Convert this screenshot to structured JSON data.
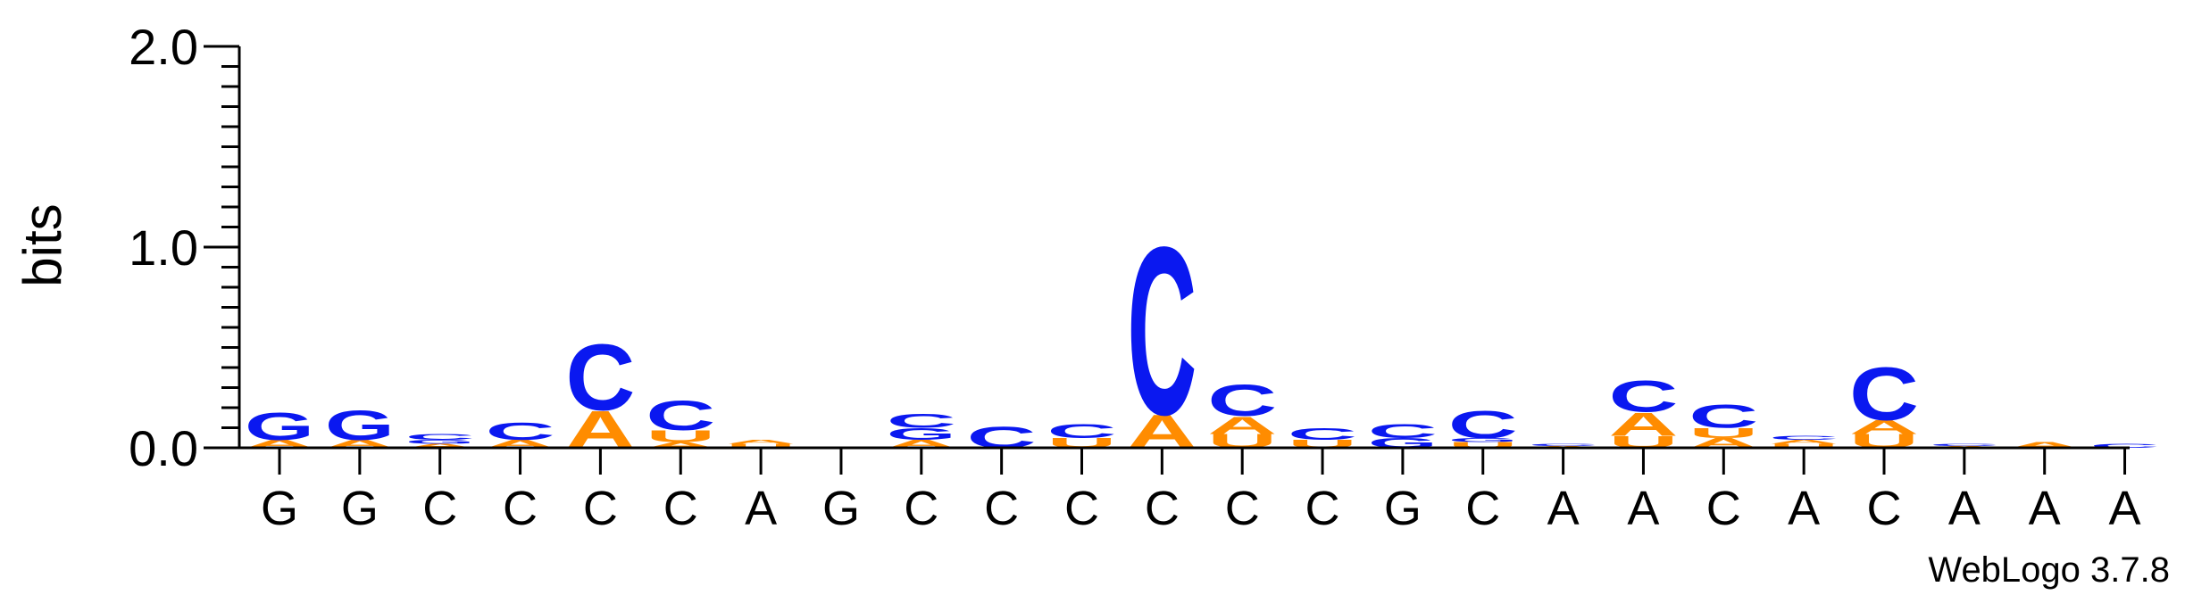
{
  "chart_data": {
    "type": "sequence-logo",
    "ylabel": "bits",
    "ylim": [
      0,
      2.0
    ],
    "yticks": [
      "0.0",
      "1.0",
      "2.0"
    ],
    "credit": "WebLogo 3.7.8",
    "colors": {
      "C": "#0a18f0",
      "G": "#0a18f0",
      "A": "#ff8c00",
      "U": "#ff8c00"
    },
    "positions": [
      {
        "label": "G",
        "stack": [
          {
            "letter": "A",
            "bits": 0.04
          },
          {
            "letter": "G",
            "bits": 0.14
          }
        ]
      },
      {
        "label": "G",
        "stack": [
          {
            "letter": "A",
            "bits": 0.04
          },
          {
            "letter": "G",
            "bits": 0.15
          }
        ]
      },
      {
        "label": "C",
        "stack": [
          {
            "letter": "A",
            "bits": 0.02
          },
          {
            "letter": "G",
            "bits": 0.02
          },
          {
            "letter": "C",
            "bits": 0.03
          }
        ]
      },
      {
        "label": "C",
        "stack": [
          {
            "letter": "A",
            "bits": 0.04
          },
          {
            "letter": "C",
            "bits": 0.09
          }
        ]
      },
      {
        "label": "C",
        "stack": [
          {
            "letter": "A",
            "bits": 0.19
          },
          {
            "letter": "C",
            "bits": 0.34
          }
        ]
      },
      {
        "label": "C",
        "stack": [
          {
            "letter": "A",
            "bits": 0.03
          },
          {
            "letter": "U",
            "bits": 0.06
          },
          {
            "letter": "C",
            "bits": 0.15
          }
        ]
      },
      {
        "label": "A",
        "stack": [
          {
            "letter": "U",
            "bits": 0.02
          },
          {
            "letter": "A",
            "bits": 0.02
          }
        ]
      },
      {
        "label": "G",
        "stack": []
      },
      {
        "label": "C",
        "stack": [
          {
            "letter": "A",
            "bits": 0.04
          },
          {
            "letter": "G",
            "bits": 0.06
          },
          {
            "letter": "C",
            "bits": 0.07
          }
        ]
      },
      {
        "label": "C",
        "stack": [
          {
            "letter": "C",
            "bits": 0.11
          }
        ]
      },
      {
        "label": "C",
        "stack": [
          {
            "letter": "U",
            "bits": 0.05
          },
          {
            "letter": "C",
            "bits": 0.07
          }
        ]
      },
      {
        "label": "C",
        "stack": [
          {
            "letter": "A",
            "bits": 0.17
          },
          {
            "letter": "C",
            "bits": 0.86
          }
        ]
      },
      {
        "label": "C",
        "stack": [
          {
            "letter": "U",
            "bits": 0.07
          },
          {
            "letter": "A",
            "bits": 0.09
          },
          {
            "letter": "C",
            "bits": 0.16
          }
        ]
      },
      {
        "label": "C",
        "stack": [
          {
            "letter": "U",
            "bits": 0.04
          },
          {
            "letter": "C",
            "bits": 0.06
          }
        ]
      },
      {
        "label": "G",
        "stack": [
          {
            "letter": "G",
            "bits": 0.05
          },
          {
            "letter": "C",
            "bits": 0.07
          }
        ]
      },
      {
        "label": "C",
        "stack": [
          {
            "letter": "U",
            "bits": 0.03
          },
          {
            "letter": "G",
            "bits": 0.02
          },
          {
            "letter": "C",
            "bits": 0.14
          }
        ]
      },
      {
        "label": "A",
        "stack": [
          {
            "letter": "A",
            "bits": 0.01
          },
          {
            "letter": "C",
            "bits": 0.01
          }
        ]
      },
      {
        "label": "A",
        "stack": [
          {
            "letter": "U",
            "bits": 0.06
          },
          {
            "letter": "A",
            "bits": 0.12
          },
          {
            "letter": "C",
            "bits": 0.16
          }
        ]
      },
      {
        "label": "C",
        "stack": [
          {
            "letter": "A",
            "bits": 0.05
          },
          {
            "letter": "U",
            "bits": 0.05
          },
          {
            "letter": "C",
            "bits": 0.12
          }
        ]
      },
      {
        "label": "A",
        "stack": [
          {
            "letter": "U",
            "bits": 0.02
          },
          {
            "letter": "A",
            "bits": 0.02
          },
          {
            "letter": "C",
            "bits": 0.02
          }
        ]
      },
      {
        "label": "C",
        "stack": [
          {
            "letter": "U",
            "bits": 0.07
          },
          {
            "letter": "A",
            "bits": 0.07
          },
          {
            "letter": "C",
            "bits": 0.27
          }
        ]
      },
      {
        "label": "A",
        "stack": [
          {
            "letter": "A",
            "bits": 0.01
          },
          {
            "letter": "C",
            "bits": 0.01
          }
        ]
      },
      {
        "label": "A",
        "stack": [
          {
            "letter": "A",
            "bits": 0.03
          }
        ]
      },
      {
        "label": "A",
        "stack": [
          {
            "letter": "C",
            "bits": 0.02
          }
        ]
      }
    ]
  }
}
